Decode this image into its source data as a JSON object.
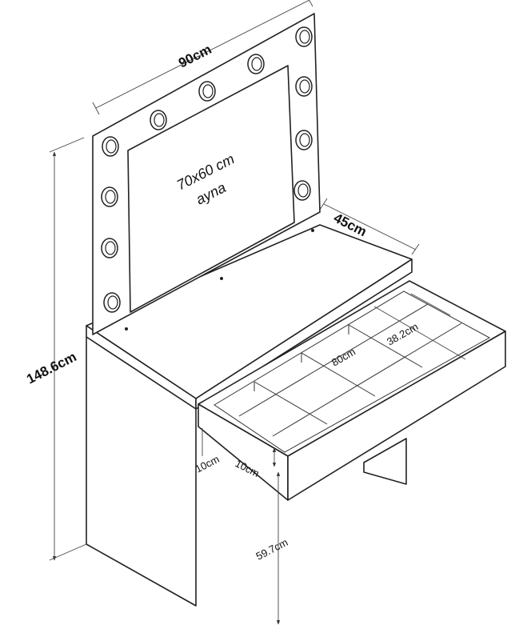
{
  "labels": {
    "width": "90cm",
    "mirror_size": "70x60 cm",
    "mirror_word": "ayna",
    "depth": "45cm",
    "total_height": "148.6cm",
    "drawer_length": "80cm",
    "drawer_depth": "38.2cm",
    "side_gap": "10cm",
    "drawer_height": "10cm",
    "leg_height": "59.7cm"
  }
}
